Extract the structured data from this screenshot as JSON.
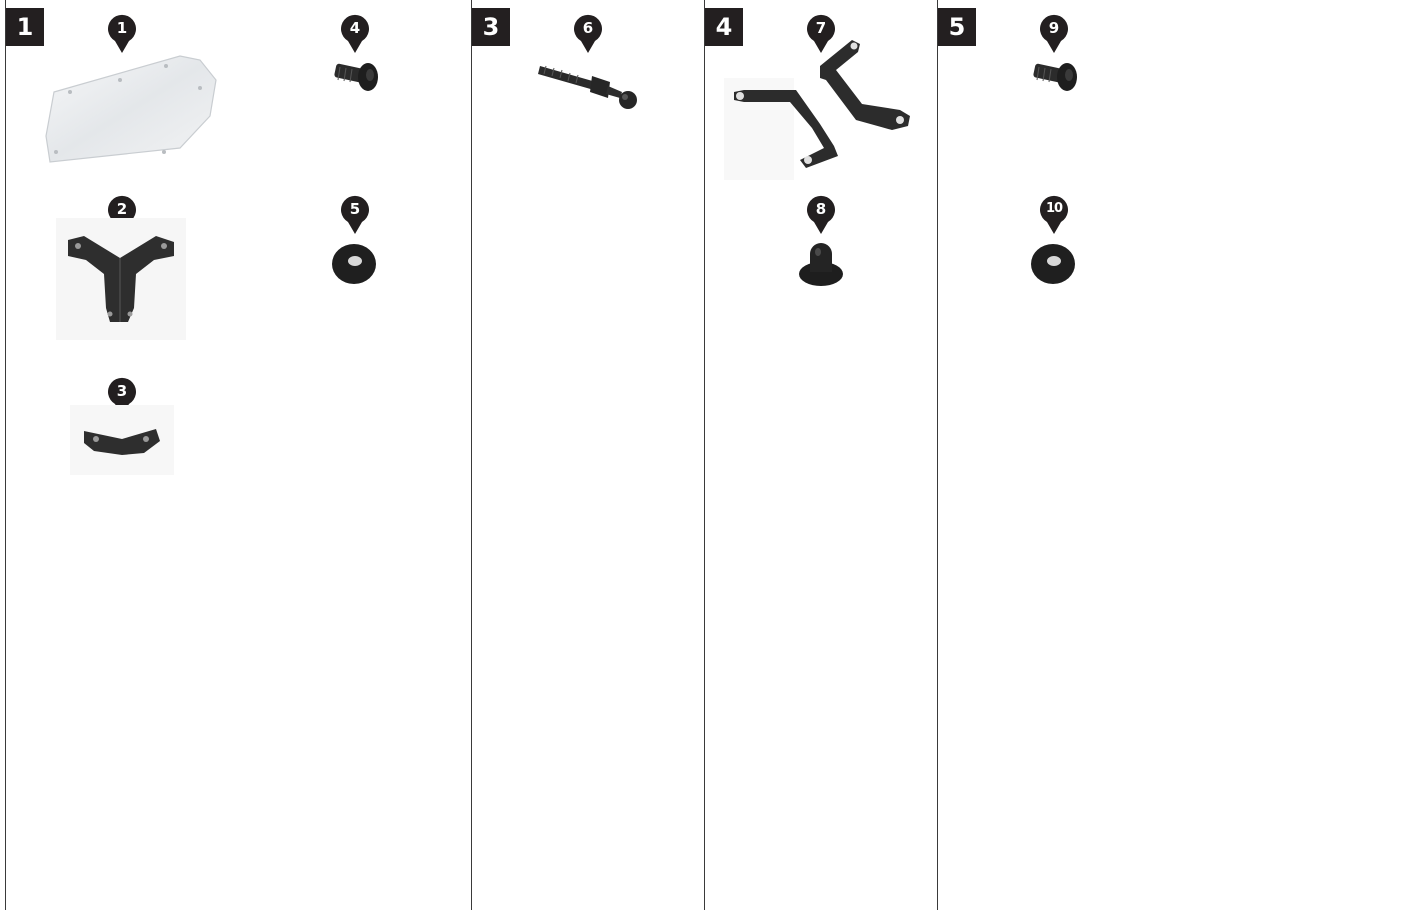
{
  "steps": [
    {
      "label": "1"
    },
    {
      "label": "3"
    },
    {
      "label": "4"
    },
    {
      "label": "5"
    }
  ],
  "parts": [
    {
      "number": "1",
      "name": "windshield-panel-icon"
    },
    {
      "number": "2",
      "name": "triangle-bracket-icon"
    },
    {
      "number": "3",
      "name": "small-bracket-icon"
    },
    {
      "number": "4",
      "name": "button-head-screw-icon"
    },
    {
      "number": "5",
      "name": "rubber-washer-icon"
    },
    {
      "number": "6",
      "name": "ball-stud-icon"
    },
    {
      "number": "7",
      "name": "support-arms-icon"
    },
    {
      "number": "8",
      "name": "rubber-cap-icon"
    },
    {
      "number": "9",
      "name": "button-head-screw-icon"
    },
    {
      "number": "10",
      "name": "rubber-washer-icon"
    }
  ],
  "colors": {
    "badge": "#231f20",
    "part": "#2b2b2b",
    "panel": "#e9ecee",
    "line": "#3a3a3a"
  }
}
